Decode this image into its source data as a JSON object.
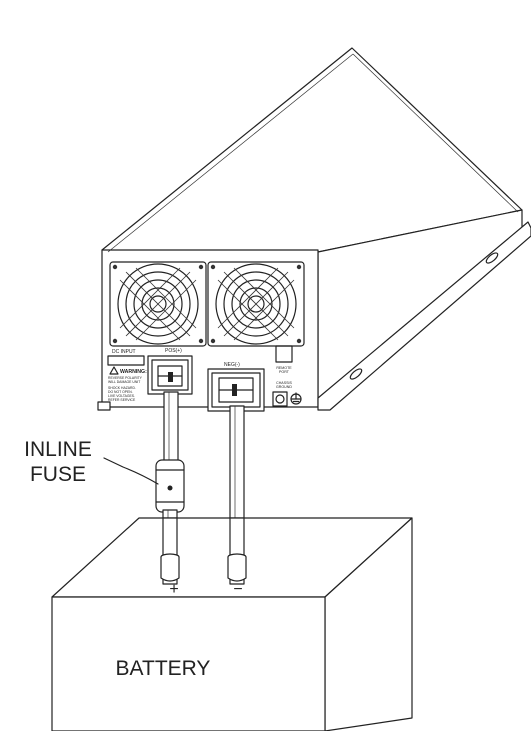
{
  "callout": {
    "line1": "INLINE",
    "line2": "FUSE"
  },
  "battery": {
    "label": "BATTERY",
    "positive_symbol": "+",
    "negative_symbol": "−"
  },
  "panel": {
    "dc_input": "DC INPUT",
    "warning_title": "WARNING:",
    "warning_lines": [
      "REVERSE POLARITY",
      "WILL DAMAGE UNIT",
      "SHOCK HAZARD.",
      "DO NOT OPEN.",
      "LIVE VOLTAGES.",
      "REFER SERVICE"
    ],
    "pos_label": "POS(+)",
    "neg_label": "NEG(-)",
    "remote_port_line1": "REMOTE",
    "remote_port_line2": "PORT",
    "chassis_ground_line1": "CHASSIS",
    "chassis_ground_line2": "GROUND"
  }
}
